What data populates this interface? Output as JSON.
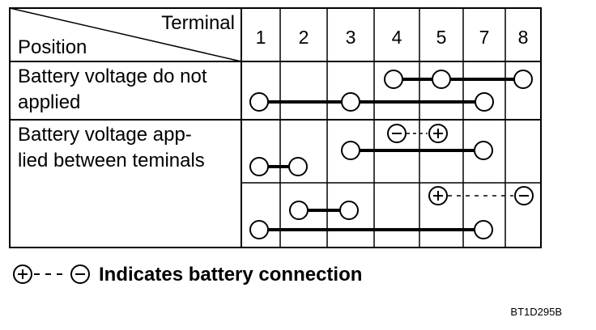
{
  "header": {
    "terminal_label": "Terminal",
    "position_label": "Position",
    "terminals": [
      "1",
      "2",
      "3",
      "4",
      "5",
      "7",
      "8"
    ]
  },
  "rows": [
    {
      "label_lines": [
        "Battery voltage do not",
        "applied"
      ]
    },
    {
      "label_lines": [
        "Battery voltage app-",
        "lied between teminals"
      ]
    }
  ],
  "legend": {
    "text": "Indicates battery connection"
  },
  "figure_code": "BT1D295B",
  "colors": {
    "ink": "#000000",
    "background": "#ffffff"
  }
}
